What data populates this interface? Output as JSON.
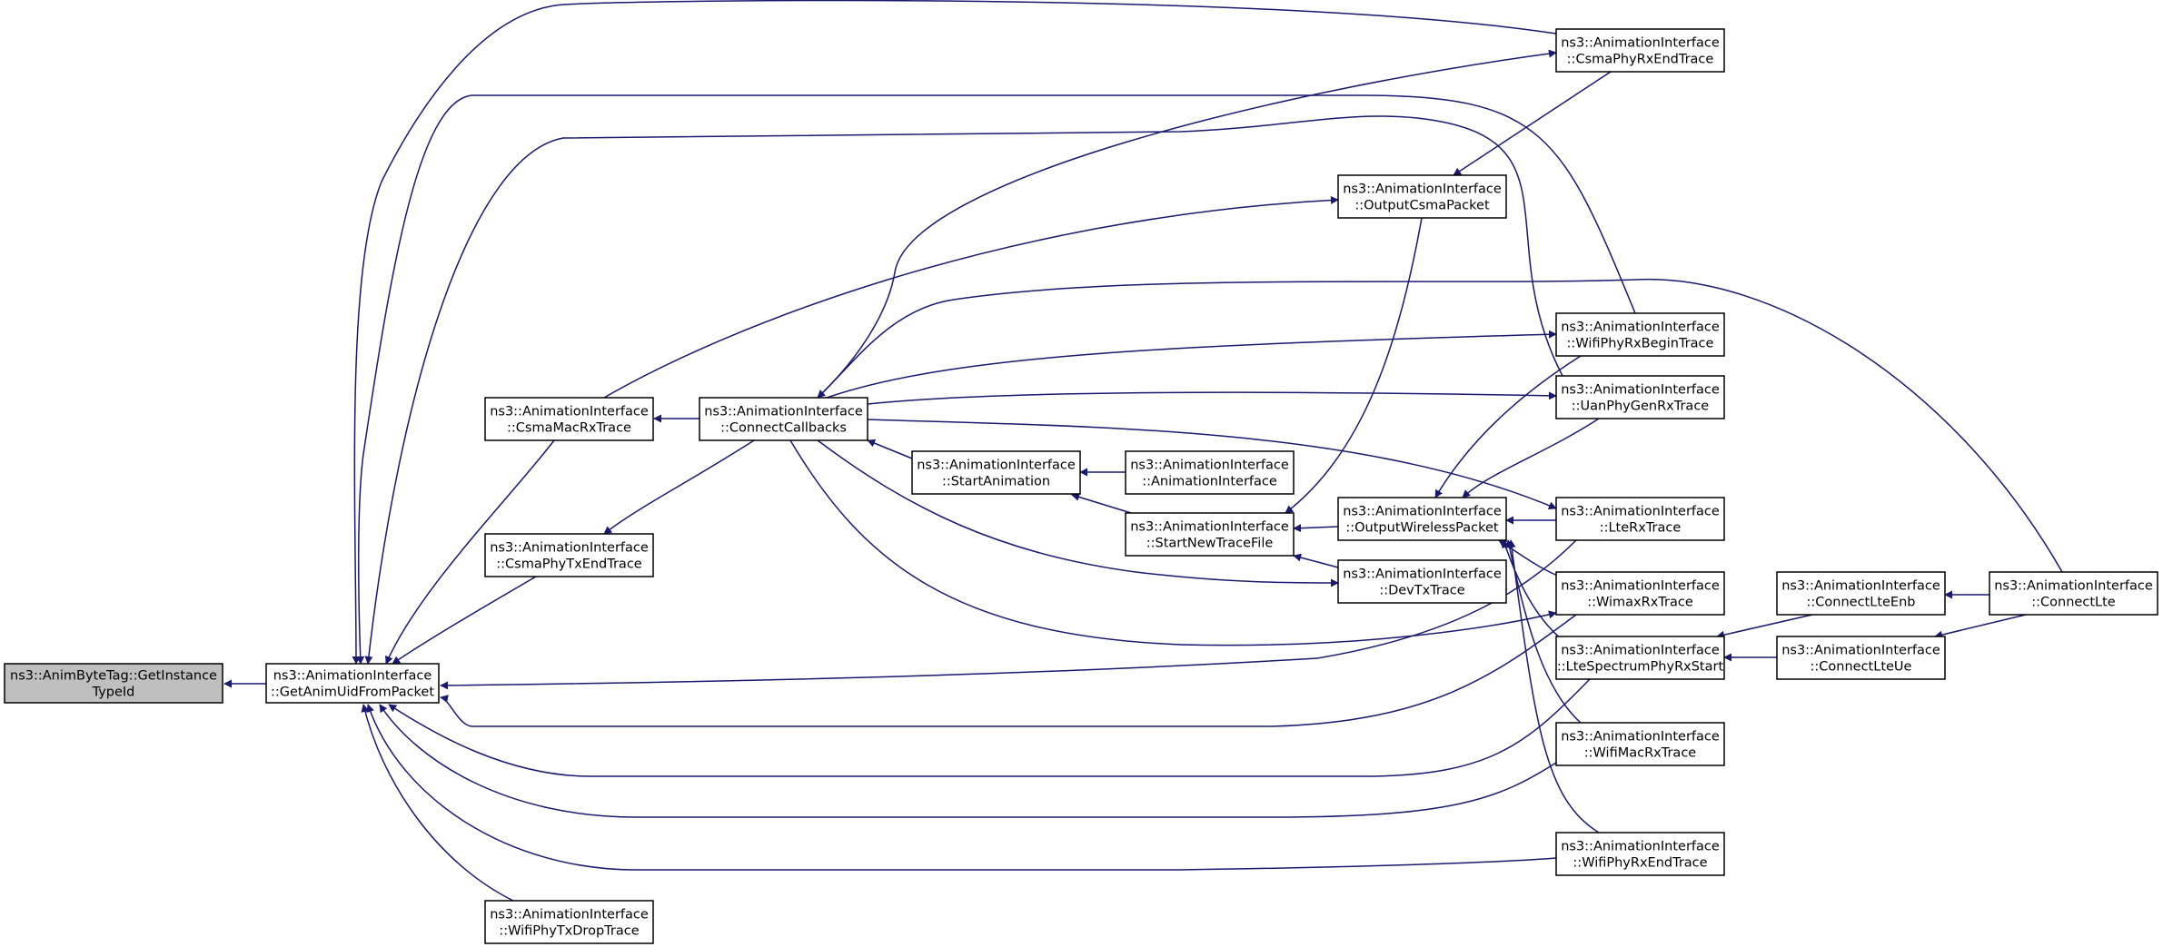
{
  "graph": {
    "edge_color": "#191970",
    "root_fill": "#bfbfbf",
    "node_fill": "#ffffff",
    "nodes": [
      {
        "id": "gettypeid",
        "line1": "ns3::AnimByteTag::GetInstance",
        "line2": "TypeId",
        "root": true
      },
      {
        "id": "getanimuid",
        "line1": "ns3::AnimationInterface",
        "line2": "::GetAnimUidFromPacket"
      },
      {
        "id": "csmamacrx",
        "line1": "ns3::AnimationInterface",
        "line2": "::CsmaMacRxTrace"
      },
      {
        "id": "csmaphytxend",
        "line1": "ns3::AnimationInterface",
        "line2": "::CsmaPhyTxEndTrace"
      },
      {
        "id": "wifiphytxdrop",
        "line1": "ns3::AnimationInterface",
        "line2": "::WifiPhyTxDropTrace"
      },
      {
        "id": "connectcallbacks",
        "line1": "ns3::AnimationInterface",
        "line2": "::ConnectCallbacks"
      },
      {
        "id": "startanimation",
        "line1": "ns3::AnimationInterface",
        "line2": "::StartAnimation"
      },
      {
        "id": "animationinterface",
        "line1": "ns3::AnimationInterface",
        "line2": "::AnimationInterface"
      },
      {
        "id": "startnewtracefile",
        "line1": "ns3::AnimationInterface",
        "line2": "::StartNewTraceFile"
      },
      {
        "id": "outputcsmapacket",
        "line1": "ns3::AnimationInterface",
        "line2": "::OutputCsmaPacket"
      },
      {
        "id": "outputwirelesspacket",
        "line1": "ns3::AnimationInterface",
        "line2": "::OutputWirelessPacket"
      },
      {
        "id": "devtxtrace",
        "line1": "ns3::AnimationInterface",
        "line2": "::DevTxTrace"
      },
      {
        "id": "csmaphyrxend",
        "line1": "ns3::AnimationInterface",
        "line2": "::CsmaPhyRxEndTrace"
      },
      {
        "id": "wifiphyrxbegin",
        "line1": "ns3::AnimationInterface",
        "line2": "::WifiPhyRxBeginTrace"
      },
      {
        "id": "uanphygenrx",
        "line1": "ns3::AnimationInterface",
        "line2": "::UanPhyGenRxTrace"
      },
      {
        "id": "lterx",
        "line1": "ns3::AnimationInterface",
        "line2": "::LteRxTrace"
      },
      {
        "id": "wimaxrx",
        "line1": "ns3::AnimationInterface",
        "line2": "::WimaxRxTrace"
      },
      {
        "id": "ltespectrum",
        "line1": "ns3::AnimationInterface",
        "line2": "::LteSpectrumPhyRxStart"
      },
      {
        "id": "wifimacrx",
        "line1": "ns3::AnimationInterface",
        "line2": "::WifiMacRxTrace"
      },
      {
        "id": "wifiphyrxend",
        "line1": "ns3::AnimationInterface",
        "line2": "::WifiPhyRxEndTrace"
      },
      {
        "id": "connectlteenb",
        "line1": "ns3::AnimationInterface",
        "line2": "::ConnectLteEnb"
      },
      {
        "id": "connectlteue",
        "line1": "ns3::AnimationInterface",
        "line2": "::ConnectLteUe"
      },
      {
        "id": "connectlte",
        "line1": "ns3::AnimationInterface",
        "line2": "::ConnectLte"
      }
    ],
    "edges": [
      {
        "from": "getanimuid",
        "to": "gettypeid"
      },
      {
        "from": "csmamacrx",
        "to": "getanimuid"
      },
      {
        "from": "csmaphytxend",
        "to": "getanimuid"
      },
      {
        "from": "wifiphytxdrop",
        "to": "getanimuid"
      },
      {
        "from": "csmaphyrxend",
        "to": "getanimuid"
      },
      {
        "from": "wifiphyrxbegin",
        "to": "getanimuid"
      },
      {
        "from": "uanphygenrx",
        "to": "getanimuid"
      },
      {
        "from": "lterx",
        "to": "getanimuid"
      },
      {
        "from": "wimaxrx",
        "to": "getanimuid"
      },
      {
        "from": "ltespectrum",
        "to": "getanimuid"
      },
      {
        "from": "wifimacrx",
        "to": "getanimuid"
      },
      {
        "from": "wifiphyrxend",
        "to": "getanimuid"
      },
      {
        "from": "connectcallbacks",
        "to": "csmamacrx"
      },
      {
        "from": "connectcallbacks",
        "to": "csmaphytxend"
      },
      {
        "from": "startanimation",
        "to": "connectcallbacks"
      },
      {
        "from": "animationinterface",
        "to": "startanimation"
      },
      {
        "from": "startnewtracefile",
        "to": "startanimation"
      },
      {
        "from": "outputwirelesspacket",
        "to": "startnewtracefile"
      },
      {
        "from": "outputcsmapacket",
        "to": "startnewtracefile"
      },
      {
        "from": "devtxtrace",
        "to": "startnewtracefile"
      },
      {
        "from": "csmamacrx",
        "to": "outputcsmapacket"
      },
      {
        "from": "csmaphyrxend",
        "to": "outputcsmapacket"
      },
      {
        "from": "connectcallbacks",
        "to": "csmaphyrxend"
      },
      {
        "from": "connectcallbacks",
        "to": "wifiphyrxbegin"
      },
      {
        "from": "connectcallbacks",
        "to": "uanphygenrx"
      },
      {
        "from": "connectcallbacks",
        "to": "lterx"
      },
      {
        "from": "connectcallbacks",
        "to": "wimaxrx"
      },
      {
        "from": "connectcallbacks",
        "to": "devtxtrace"
      },
      {
        "from": "lterx",
        "to": "outputwirelesspacket"
      },
      {
        "from": "wifiphyrxbegin",
        "to": "outputwirelesspacket"
      },
      {
        "from": "uanphygenrx",
        "to": "outputwirelesspacket"
      },
      {
        "from": "wimaxrx",
        "to": "outputwirelesspacket"
      },
      {
        "from": "ltespectrum",
        "to": "outputwirelesspacket"
      },
      {
        "from": "wifimacrx",
        "to": "outputwirelesspacket"
      },
      {
        "from": "wifiphyrxend",
        "to": "outputwirelesspacket"
      },
      {
        "from": "connectlteenb",
        "to": "ltespectrum"
      },
      {
        "from": "connectlteue",
        "to": "ltespectrum"
      },
      {
        "from": "connectlte",
        "to": "connectlteenb"
      },
      {
        "from": "connectlte",
        "to": "connectlteue"
      },
      {
        "from": "connectlte",
        "to": "connectcallbacks"
      }
    ]
  }
}
